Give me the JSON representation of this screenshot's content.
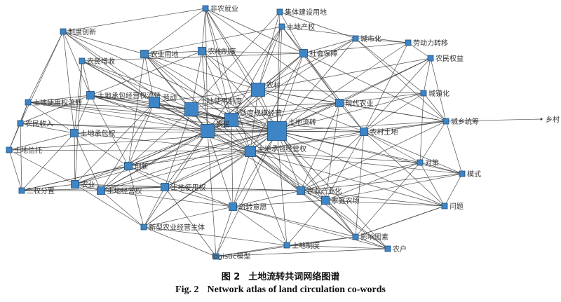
{
  "figure": {
    "number_cn": "图 2",
    "title_cn": "土地流转共词网络图谱",
    "number_en": "Fig. 2",
    "title_en": "Network atlas of land circulation co-words"
  },
  "diagram": {
    "node_color": "#3d85c6",
    "node_stroke": "#1f4e79",
    "edge_color": "#333333",
    "nodes": [
      {
        "id": "feinong",
        "label": "非农就业",
        "weight": 1
      },
      {
        "id": "jiti",
        "label": "集体建设用地",
        "weight": 1
      },
      {
        "id": "tdcq",
        "label": "土地产权",
        "weight": 1
      },
      {
        "id": "zdcx",
        "label": "制度创新",
        "weight": 1
      },
      {
        "id": "csh",
        "label": "城市化",
        "weight": 1
      },
      {
        "id": "ldlzy",
        "label": "劳动力转移",
        "weight": 1
      },
      {
        "id": "nyyd",
        "label": "农业用地",
        "weight": 2
      },
      {
        "id": "ndzd",
        "label": "农地制度",
        "weight": 2
      },
      {
        "id": "shbz",
        "label": "社会保障",
        "weight": 2
      },
      {
        "id": "nmqy",
        "label": "农民权益",
        "weight": 1
      },
      {
        "id": "nmss",
        "label": "农民增收",
        "weight": 1
      },
      {
        "id": "tdcbj",
        "label": "土地承包经营权流转",
        "weight": 2
      },
      {
        "id": "ldj",
        "label": "劳动",
        "weight": 3
      },
      {
        "id": "nc",
        "label": "农村",
        "weight": 4
      },
      {
        "id": "czh",
        "label": "城镇化",
        "weight": 1
      },
      {
        "id": "tdsyq",
        "label": "土地使用权流转",
        "weight": 1
      },
      {
        "id": "tdsyzd",
        "label": "土地使用制度",
        "weight": 4
      },
      {
        "id": "xdny",
        "label": "现代农业",
        "weight": 2
      },
      {
        "id": "sdgm",
        "label": "适度规模经营",
        "weight": 4
      },
      {
        "id": "nmsr",
        "label": "农民收入",
        "weight": 1
      },
      {
        "id": "nm",
        "label": "农民",
        "weight": 4
      },
      {
        "id": "tdlz",
        "label": "土地流转",
        "weight": 6
      },
      {
        "id": "nctd",
        "label": "农村土地",
        "weight": 2
      },
      {
        "id": "cxtc",
        "label": "城乡统筹",
        "weight": 1
      },
      {
        "id": "xc",
        "label": "乡村",
        "weight": 0
      },
      {
        "id": "tdcb",
        "label": "土地承包权",
        "weight": 2
      },
      {
        "id": "tdxt",
        "label": "土地信托",
        "weight": 1
      },
      {
        "id": "tdcbjyq",
        "label": "土地承包经营权",
        "weight": 3
      },
      {
        "id": "dc",
        "label": "对策",
        "weight": 1
      },
      {
        "id": "cx",
        "label": "创新",
        "weight": 2
      },
      {
        "id": "ms",
        "label": "模式",
        "weight": 1
      },
      {
        "id": "sqfz",
        "label": "三权分置",
        "weight": 1
      },
      {
        "id": "ny",
        "label": "农业",
        "weight": 2
      },
      {
        "id": "tdjyq",
        "label": "土地经营权",
        "weight": 2
      },
      {
        "id": "tdsyq2",
        "label": "土地使用权",
        "weight": 2
      },
      {
        "id": "nycyh",
        "label": "农业产业化",
        "weight": 2
      },
      {
        "id": "jtnc",
        "label": "家庭农场",
        "weight": 2
      },
      {
        "id": "wt",
        "label": "问题",
        "weight": 1
      },
      {
        "id": "lzyy",
        "label": "流转意愿",
        "weight": 2
      },
      {
        "id": "xxny",
        "label": "新型农业经营主体",
        "weight": 1
      },
      {
        "id": "yxys",
        "label": "影响因素",
        "weight": 1
      },
      {
        "id": "tdzd",
        "label": "土地制度",
        "weight": 1
      },
      {
        "id": "nh",
        "label": "农户",
        "weight": 1
      },
      {
        "id": "logit",
        "label": "logistic模型",
        "weight": 1
      }
    ]
  }
}
